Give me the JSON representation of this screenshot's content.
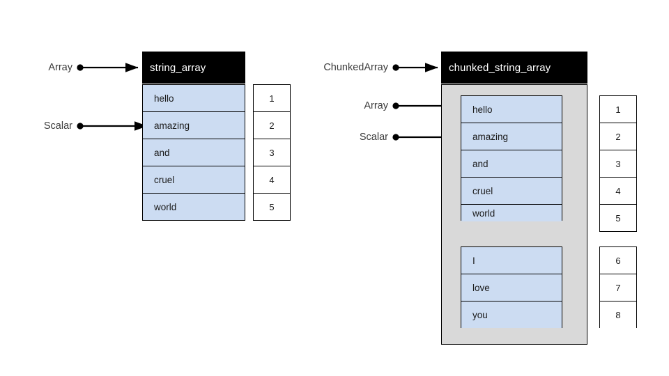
{
  "diagram": {
    "title_left": "string_array",
    "title_right": "chunked_string_array",
    "left_panel": {
      "header": "string_array",
      "values": [
        "hello",
        "amazing",
        "and",
        "cruel",
        "world"
      ],
      "indices": [
        "1",
        "2",
        "3",
        "4",
        "5"
      ],
      "annotations": [
        {
          "label": "Array",
          "target": "header"
        },
        {
          "label": "Scalar",
          "target": "value-1"
        }
      ]
    },
    "right_panel": {
      "header": "chunked_string_array",
      "chunks": [
        {
          "values": [
            "hello",
            "amazing",
            "and",
            "cruel",
            "world"
          ],
          "indices": [
            "1",
            "2",
            "3",
            "4",
            "5"
          ]
        },
        {
          "values": [
            "I",
            "love",
            "you"
          ],
          "indices": [
            "6",
            "7",
            "8"
          ]
        }
      ],
      "annotations": [
        {
          "label": "ChunkedArray",
          "target": "header"
        },
        {
          "label": "Array",
          "target": "chunk-0"
        },
        {
          "label": "Scalar",
          "target": "chunk-0-value-1"
        }
      ]
    },
    "colors": {
      "header_bg": "#000000",
      "header_text": "#ffffff",
      "cell_fill": "#ccdcf2",
      "cell_border": "#000000",
      "chunk_container_fill": "#d9d9d9",
      "index_fill": "#ffffff",
      "label_text": "#3a3a3a",
      "arrow": "#000000",
      "background": "#ffffff"
    }
  }
}
